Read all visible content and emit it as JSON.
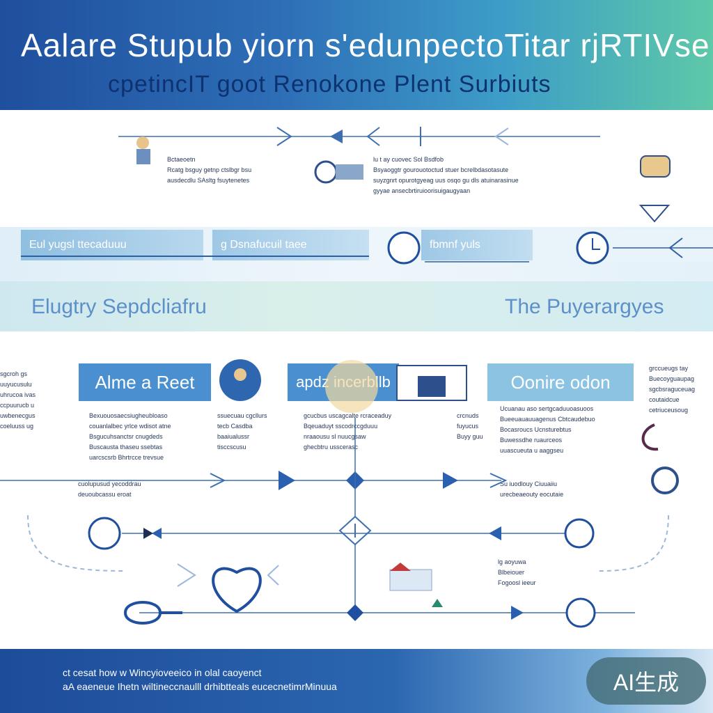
{
  "header": {
    "title": "Aalare Stupub yiorn s'edunpectoTitar rjRTIVse",
    "subtitle": "cpetincIT goot Renokone Plent Surbiuts"
  },
  "sections": {
    "left_heading": "Elugtry Sepdcliafru",
    "right_heading": "The Puyerargyes"
  },
  "mid_boxes": [
    "Eul yugsl ttecaduuu",
    "g Dsnafucuil taee",
    "fbmnf yuls"
  ],
  "label_boxes": [
    "Alme a Reet",
    "apdz incerbllb",
    "Oonire odon"
  ],
  "text_top": [
    [
      "Bctaeoetn",
      "Rcatg bsguy getnp ctslbgr bsu",
      "ausdecdlu SAsltg fsuytenetes"
    ],
    [
      "lu t ay cuovec Sol Bsdfob",
      "Bsyaoggtr gourouotoctud stuer bcrelbdasotasute",
      "suyzgnrt opurotgyeag uus osqo gu dls atuinarasinue",
      "gyyae ansecbrtiruioorisuigaugyaan"
    ]
  ],
  "text_main": [
    [
      "sgcroh gs",
      "uuyucusulu",
      "uhrucoa ivas",
      "ccpuurucb u",
      "uwbenecgus",
      "coeluuss ug"
    ],
    [
      "Bexuouosaecsiugheubloaso",
      "couanlalbec yrlce wdisot atne",
      "Bsgucuhsanctsr cnugdeds",
      "Buscausta thaseu ssebtas",
      "uarcscsrb Bhrtrcce trevsue"
    ],
    [
      "ssuecuau cgcllurs",
      "tecb Casdba",
      "baaiualussr",
      "tisccscusu"
    ],
    [
      "gcucbus uscagcalte rcraceaduy",
      "Bqeuaduyt sscodrccgduuu",
      "nraaousu sl nuucgsaw",
      "ghecbtru usscerasc"
    ],
    [
      "crcnuds",
      "fuyucus",
      "Buyy guu"
    ],
    [
      "Ucuanau aso sertgcaduuoasuoos",
      "Bueeuauauuagenus Cbtcaudebuo",
      "Bocasroucs Ucnsturebtus",
      "Buwessdhe ruaurceos",
      "uuascueuta u aaggseu"
    ],
    [
      "grccueugs tay",
      "Buecoyguaupag",
      "sgcbsraguceuag",
      "coutaidcue",
      "cetriuceusoug"
    ]
  ],
  "text_flow": [
    [
      "cuolupusud yecoddrau",
      "deuoubcassu eroat"
    ],
    [
      "Su iuodlouy Ciuuaiiu",
      "urecbeaeouty eocutaie"
    ],
    [
      "lg aoyuwa",
      "Blbeiouer",
      "Fogoosl ieeur"
    ]
  ],
  "footer": {
    "line1": "ct cesat how w Wincyioveeico in olal caoyenct",
    "line2": "aA eaeneue Ihetn wiltineccnaulll drhibtteals eucecnetimrMinuua"
  },
  "badge": "AI生成",
  "colors": {
    "primary": "#1f4f9e",
    "accent": "#3d7fc8",
    "teal": "#5ec8a8",
    "box_blue": "#4a8fd0",
    "box_light": "#8cc3e2"
  }
}
